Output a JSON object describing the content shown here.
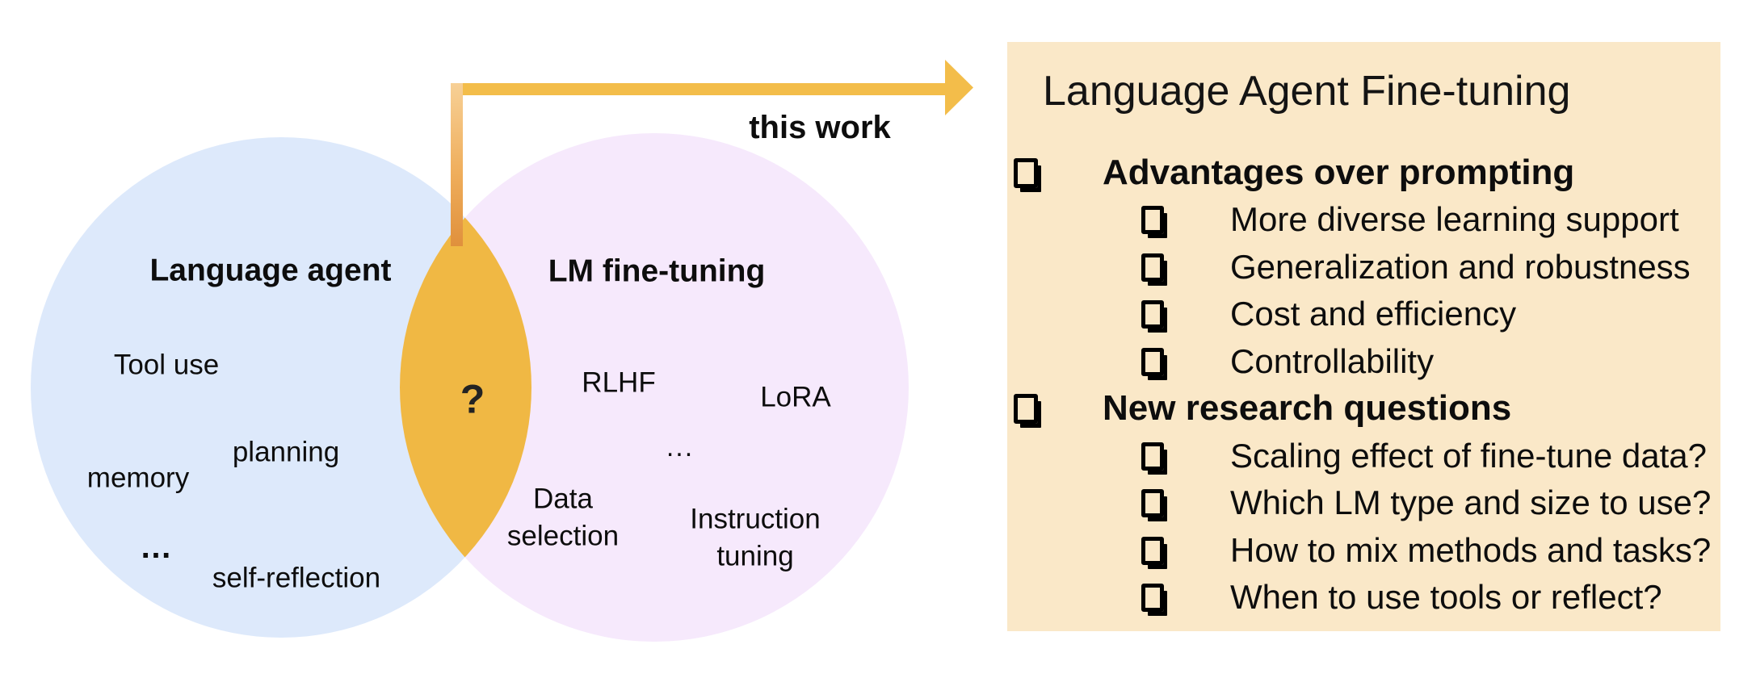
{
  "figure": {
    "arrow_label": "this work",
    "venn": {
      "left_circle": {
        "title": "Language agent",
        "items": [
          "Tool use",
          "planning",
          "memory",
          "…",
          "self-reflection"
        ]
      },
      "right_circle": {
        "title": "LM fine-tuning",
        "items": [
          "RLHF",
          "LoRA",
          "...",
          "Data selection",
          "Instruction tuning"
        ]
      },
      "intersection_label": "?"
    },
    "panel": {
      "title": "Language Agent Fine-tuning",
      "bullet_icon": "shadowed-square-checkbox",
      "sections": [
        {
          "heading": "Advantages over prompting",
          "items": [
            "More diverse learning support",
            "Generalization and robustness",
            "Cost and efficiency",
            "Controllability"
          ]
        },
        {
          "heading": "New research questions",
          "items": [
            "Scaling effect of fine-tune data?",
            "Which LM type and size to use?",
            "How to mix methods and tasks?",
            "When to use tools or reflect?"
          ]
        }
      ]
    },
    "colors": {
      "left_circle": "#dde9fb",
      "right_circle": "#f6e9fc",
      "intersection": "#f0b844",
      "arrow": "#f3bd4a",
      "arrow_shaft_top": "#f7d096",
      "arrow_shaft_bottom": "#e0903c",
      "panel_bg": "#fae8c8",
      "text": "#111111"
    }
  }
}
